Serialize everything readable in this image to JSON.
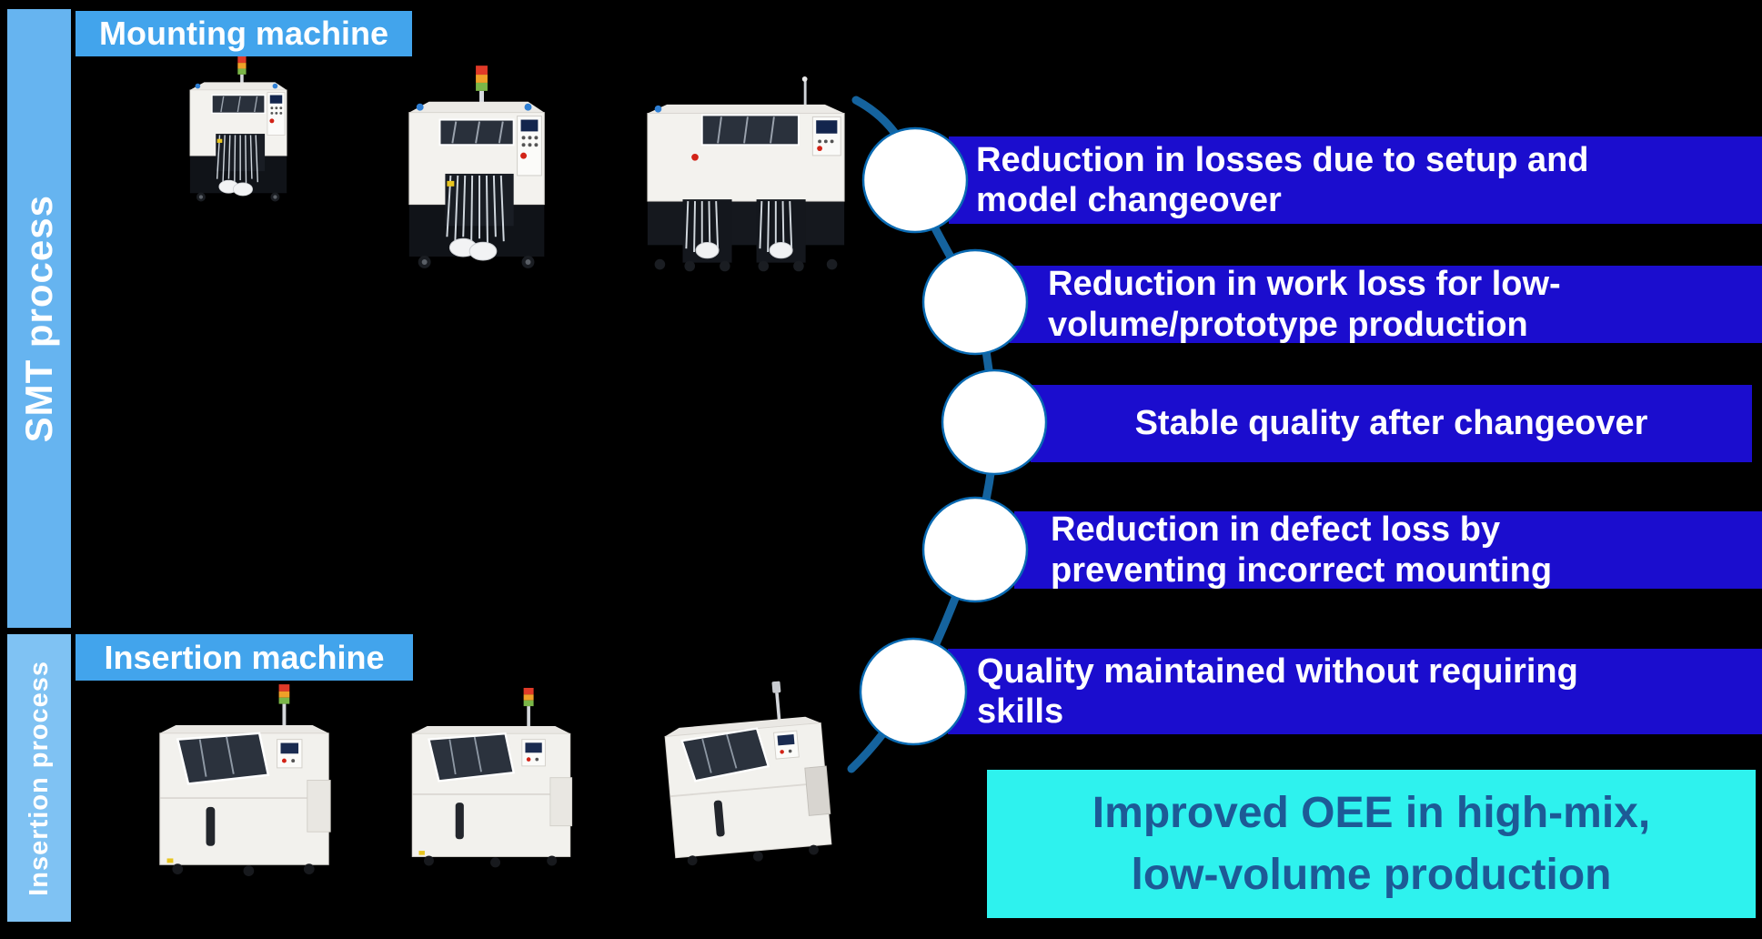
{
  "page": {
    "background": "#000000"
  },
  "sidebars": {
    "smt": {
      "label": "SMT process"
    },
    "insertion": {
      "label": "Insertion process"
    }
  },
  "machine_labels": {
    "mounting": "Mounting machine",
    "insertion": "Insertion machine"
  },
  "images": {
    "mounting_machines": [
      "mounting-machine-photo-1",
      "mounting-machine-photo-2",
      "mounting-machine-photo-3"
    ],
    "insertion_machines": [
      "insertion-machine-photo-1",
      "insertion-machine-photo-2",
      "insertion-machine-photo-3"
    ],
    "flow": [
      "flow-curve",
      "flow-node-1",
      "flow-node-2",
      "flow-node-3",
      "flow-node-4",
      "flow-node-5"
    ]
  },
  "benefits": [
    {
      "text": "Reduction in losses due to setup and\nmodel changeover"
    },
    {
      "text": "Reduction in work loss for low-\nvolume/prototype production"
    },
    {
      "text": "Stable quality after changeover"
    },
    {
      "text": "Reduction in defect loss by\npreventing incorrect mounting"
    },
    {
      "text": "Quality maintained without requiring\nskills"
    }
  ],
  "result": {
    "text": "Improved OEE in high-mix,\nlow-volume production"
  },
  "colors": {
    "background": "#000000",
    "sidebar_smt": "#66b4f0",
    "sidebar_insertion": "#7fc2f3",
    "group_label_bg": "#42a4ec",
    "banner_bg": "#1b0dce",
    "banner_text": "#ffffff",
    "curve": "#15639e",
    "node_fill": "#ffffff",
    "node_border": "#0a6ab2",
    "result_bg": "#2ef2ee",
    "result_text": "#1d5a96"
  }
}
